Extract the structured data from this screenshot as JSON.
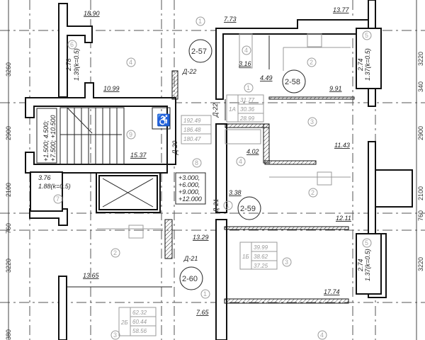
{
  "dimensions_left": [
    "3260",
    "2900",
    "2100",
    "760",
    "3220",
    "380"
  ],
  "dimensions_right": [
    "3220",
    "340",
    "2900",
    "2100",
    "760",
    "3220"
  ],
  "apartments": [
    "2-57",
    "2-58",
    "2-59",
    "2-60"
  ],
  "areas": {
    "a1890": "18.90",
    "a1099": "10.99",
    "a1537": "15.37",
    "a773": "7.73",
    "a1377": "13.77",
    "a316": "3.16",
    "a449": "4.49",
    "a991": "9.91",
    "a1143": "11.43",
    "a402": "4.02",
    "a338": "3.38",
    "a1211": "12.11",
    "a1774": "17.74",
    "a376": "3.76",
    "a1365": "13.65",
    "a1329": "13.29",
    "a765": "7.65"
  },
  "balconies": {
    "left_top_area": "2.78",
    "left_top_coef": "1.39(k=0.5)",
    "left_mid_coef": "1.88(k=0.5)",
    "right_top_area": "2.74",
    "right_top_coef": "1.37(k=0.5)",
    "right_bot_area": "2.74",
    "right_bot_coef": "1.37(k=0.5)"
  },
  "doors": {
    "d22a": "Д-22",
    "d22b": "Д-22",
    "d20": "Д-20",
    "d21a": "Д-21",
    "d21b": "Д-21"
  },
  "room_numbers": [
    "1",
    "4",
    "6",
    "2",
    "4",
    "3",
    "1",
    "5",
    "9",
    "8",
    "4",
    "1",
    "2",
    "3",
    "5",
    "7",
    "2",
    "1",
    "3",
    "4"
  ],
  "stair_levels": [
    "+1.500; 4.500;",
    "+7.500; +10.500"
  ],
  "floor_levels": [
    "+3.000,",
    "+6.000,",
    "+9.000,",
    "+12.000"
  ],
  "tables": {
    "stair": {
      "label": "",
      "values": [
        "192.49",
        "186.48",
        "180.47"
      ]
    },
    "t1a": {
      "label": "1A",
      "values": [
        "31.77",
        "30.36",
        "28.99"
      ]
    },
    "t2b": {
      "label": "2Б",
      "values": [
        "62.32",
        "60.44",
        "58.56"
      ]
    },
    "t1b": {
      "label": "1Б",
      "values": [
        "39.99",
        "38.62",
        "37.25"
      ]
    }
  }
}
